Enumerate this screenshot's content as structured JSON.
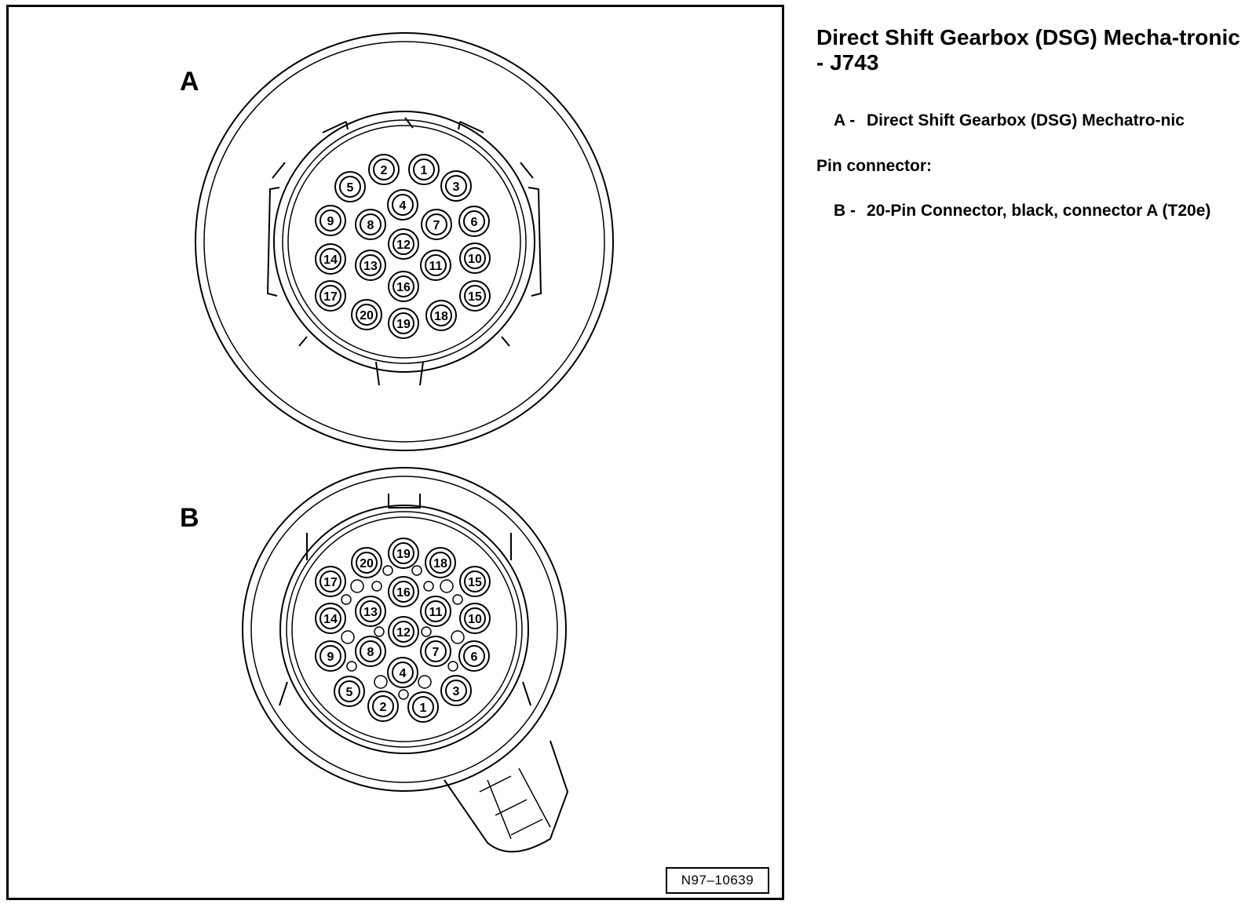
{
  "figure": {
    "view_a_letter": "A",
    "view_b_letter": "B",
    "code": "N97–10639",
    "view_a_pins": [
      "1",
      "2",
      "3",
      "4",
      "5",
      "6",
      "7",
      "8",
      "9",
      "10",
      "11",
      "12",
      "13",
      "14",
      "15",
      "16",
      "17",
      "18",
      "19",
      "20"
    ],
    "view_b_pins": [
      "1",
      "2",
      "3",
      "4",
      "5",
      "6",
      "7",
      "8",
      "9",
      "10",
      "11",
      "12",
      "13",
      "14",
      "15",
      "16",
      "17",
      "18",
      "19",
      "20"
    ]
  },
  "text": {
    "title": "Direct Shift Gearbox (DSG) Mecha-tronic - J743",
    "item_a": {
      "key": "A -",
      "text": "Direct Shift Gearbox (DSG) Mechatro-nic"
    },
    "section_heading": "Pin connector:",
    "item_b": {
      "key": "B -",
      "text": "20-Pin Connector, black, connector A (T20e)"
    }
  }
}
